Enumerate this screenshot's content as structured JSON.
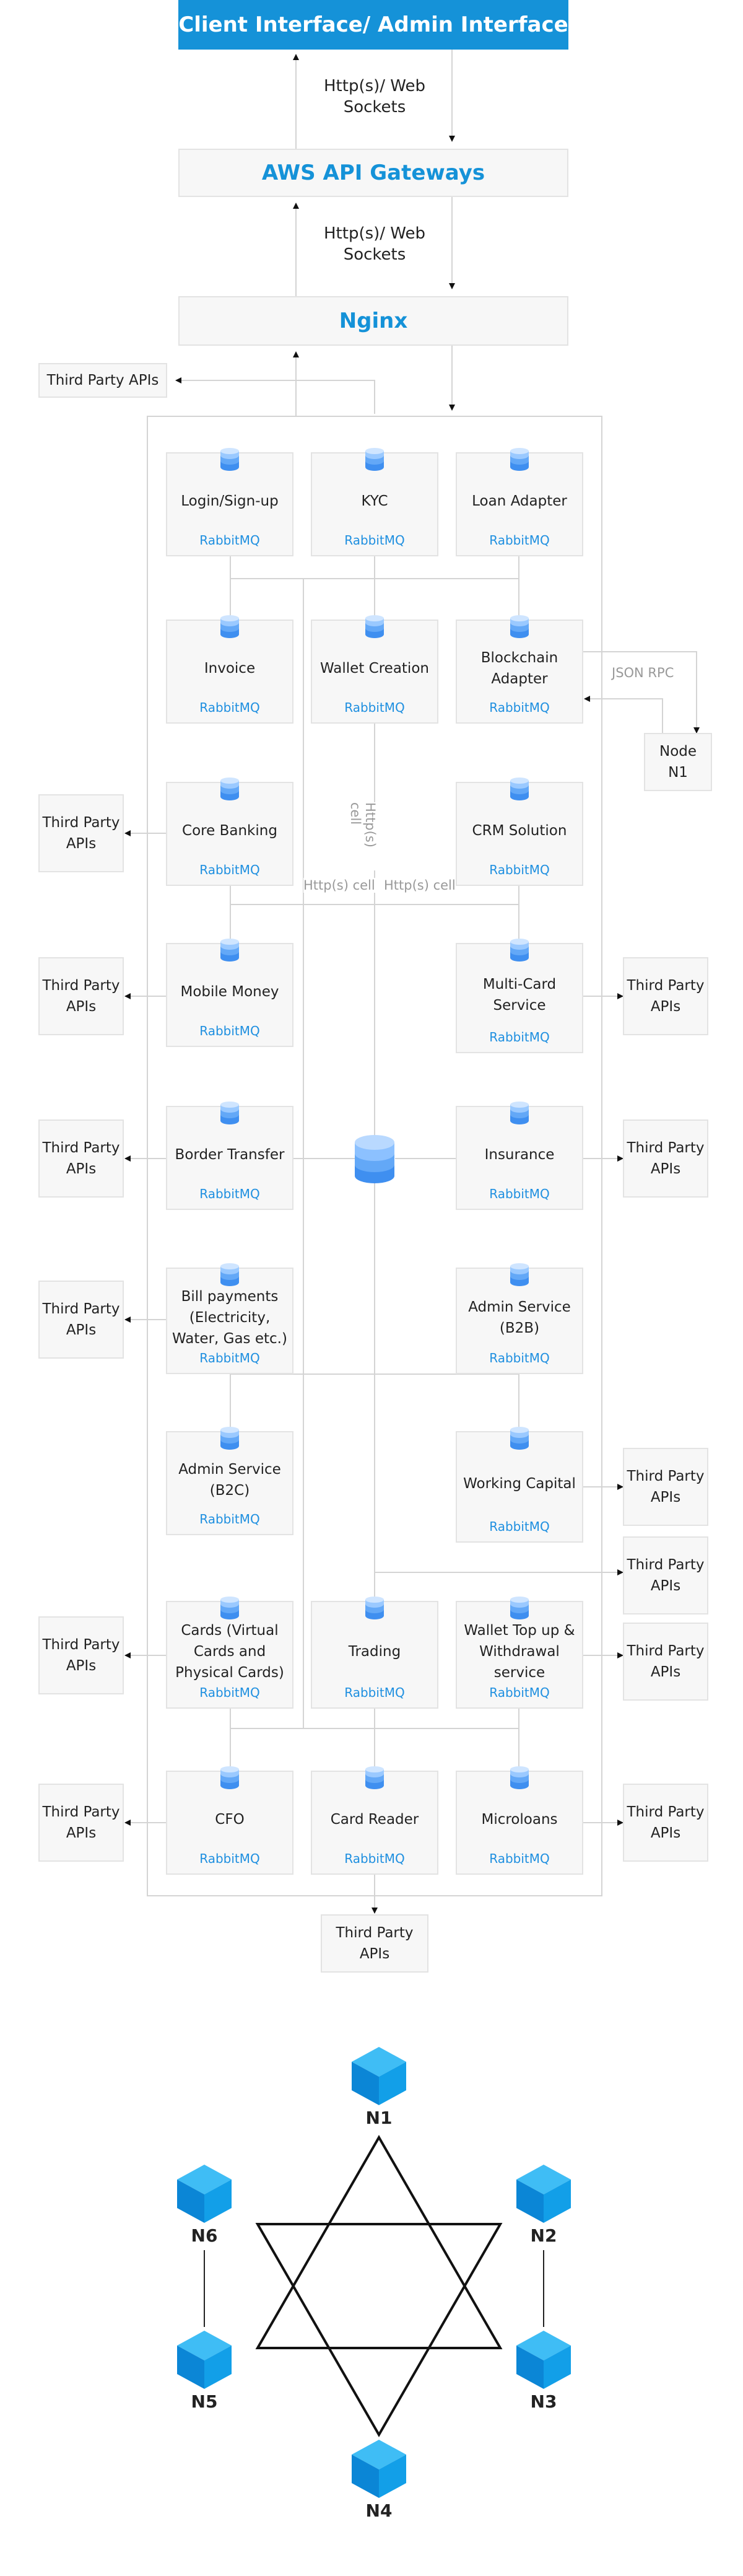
{
  "header": {
    "title": "Client Interface/ Admin Interface"
  },
  "protocols": {
    "http_ws_1": "Http(s)/ Web Sockets",
    "http_ws_2": "Http(s)/ Web Sockets"
  },
  "gateways": {
    "aws": "AWS API Gateways",
    "nginx": "Nginx"
  },
  "third_party": "Third Party APIs",
  "rabbitmq": "RabbitMQ",
  "services": {
    "login": "Login/Sign-up",
    "kyc": "KYC",
    "loan_adapter": "Loan Adapter",
    "invoice": "Invoice",
    "wallet_creation": "Wallet Creation",
    "blockchain_adapter": "Blockchain Adapter",
    "core_banking": "Core Banking",
    "crm": "CRM Solution",
    "mobile_money": "Mobile Money",
    "multi_card": "Multi-Card Service",
    "border_transfer": "Border Transfer",
    "insurance": "Insurance",
    "bill_payments": "Bill payments (Electricity, Water, Gas etc.)",
    "admin_b2b": "Admin Service (B2B)",
    "admin_b2c": "Admin Service (B2C)",
    "working_capital": "Working Capital",
    "cards": "Cards (Virtual Cards and Physical Cards)",
    "trading": "Trading",
    "wallet_topup": "Wallet Top up & Withdrawal service",
    "cfo": "CFO",
    "card_reader": "Card Reader",
    "microloans": "Microloans"
  },
  "links": {
    "json_rpc": "JSON RPC",
    "http_cell_v": "Http(s) cell",
    "http_cell_1": "Http(s) cell",
    "http_cell_2": "Http(s) cell"
  },
  "node_n1": "Node N1",
  "network": {
    "n1": "N1",
    "n2": "N2",
    "n3": "N3",
    "n4": "N4",
    "n5": "N5",
    "n6": "N6"
  },
  "colors": {
    "accent": "#1592d8",
    "rabbitmq": "#1e8fe0",
    "box_bg": "#f7f7f7",
    "box_border": "#e3e3e3",
    "wire": "#d4d4d4"
  }
}
